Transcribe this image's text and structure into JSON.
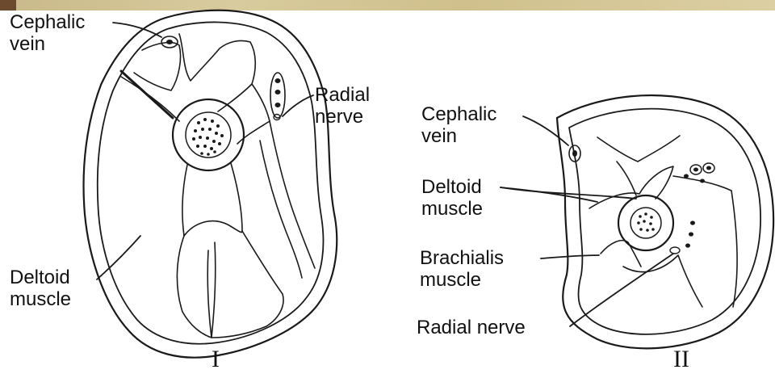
{
  "figure_I": {
    "numeral": "I",
    "labels": {
      "cephalic_vein": [
        "Cephalic",
        "vein"
      ],
      "radial_nerve": [
        "Radial",
        "nerve"
      ],
      "deltoid_muscle": [
        "Deltoid",
        "muscle"
      ]
    }
  },
  "figure_II": {
    "numeral": "II",
    "labels": {
      "cephalic_vein": [
        "Cephalic",
        "vein"
      ],
      "deltoid_muscle": [
        "Deltoid",
        "muscle"
      ],
      "brachialis_muscle": [
        "Brachialis",
        "muscle"
      ],
      "radial_nerve": [
        "Radial nerve"
      ]
    }
  },
  "colors": {
    "ink": "#1a1a1a",
    "background": "#ffffff",
    "banner": "#d4c596"
  }
}
